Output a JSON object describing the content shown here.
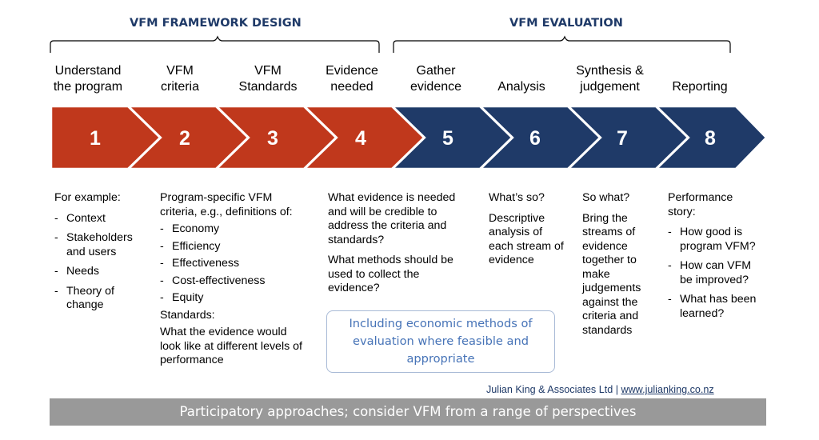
{
  "sections": {
    "design": "VFM FRAMEWORK DESIGN",
    "evaluation": "VFM EVALUATION"
  },
  "steps": [
    {
      "number": "1",
      "label": "Understand\nthe program",
      "color": "#c0381c"
    },
    {
      "number": "2",
      "label": "VFM\ncriteria",
      "color": "#c0381c"
    },
    {
      "number": "3",
      "label": "VFM\nStandards",
      "color": "#c0381c"
    },
    {
      "number": "4",
      "label": "Evidence\nneeded",
      "color": "#c0381c"
    },
    {
      "number": "5",
      "label": "Gather\nevidence",
      "color": "#1f3a68"
    },
    {
      "number": "6",
      "label": "Analysis",
      "color": "#1f3a68"
    },
    {
      "number": "7",
      "label": "Synthesis &\njudgement",
      "color": "#1f3a68"
    },
    {
      "number": "8",
      "label": "Reporting",
      "color": "#1f3a68"
    }
  ],
  "descriptions": {
    "col1": {
      "intro": "For example:",
      "items": [
        "Context",
        "Stakeholders and users",
        "Needs",
        "Theory of change"
      ]
    },
    "col2": {
      "intro": "Program-specific VFM criteria, e.g., definitions of:",
      "items": [
        "Economy",
        "Efficiency",
        "Effectiveness",
        "Cost-effectiveness",
        "Equity"
      ],
      "standards_heading": "Standards:",
      "standards_text": "What the evidence would look like at different levels of performance"
    },
    "col3": {
      "q1": "What evidence is needed and will be credible to address the criteria and standards?",
      "q2": "What methods should be used to collect the evidence?"
    },
    "col4": {
      "heading": "What’s so?",
      "text": "Descriptive analysis of each stream of evidence"
    },
    "col5": {
      "heading": "So what?",
      "text": "Bring the streams of evidence together to make judgements against the criteria and standards"
    },
    "col6": {
      "intro": "Performance story:",
      "items": [
        "How good is program VFM?",
        "How can VFM be improved?",
        "What has been learned?"
      ]
    }
  },
  "callout": "Including economic methods of evaluation where feasible and appropriate",
  "credit": {
    "text": "Julian King & Associates Ltd | ",
    "link": "www.julianking.co.nz"
  },
  "banner": "Participatory approaches; consider VFM from a range of perspectives"
}
